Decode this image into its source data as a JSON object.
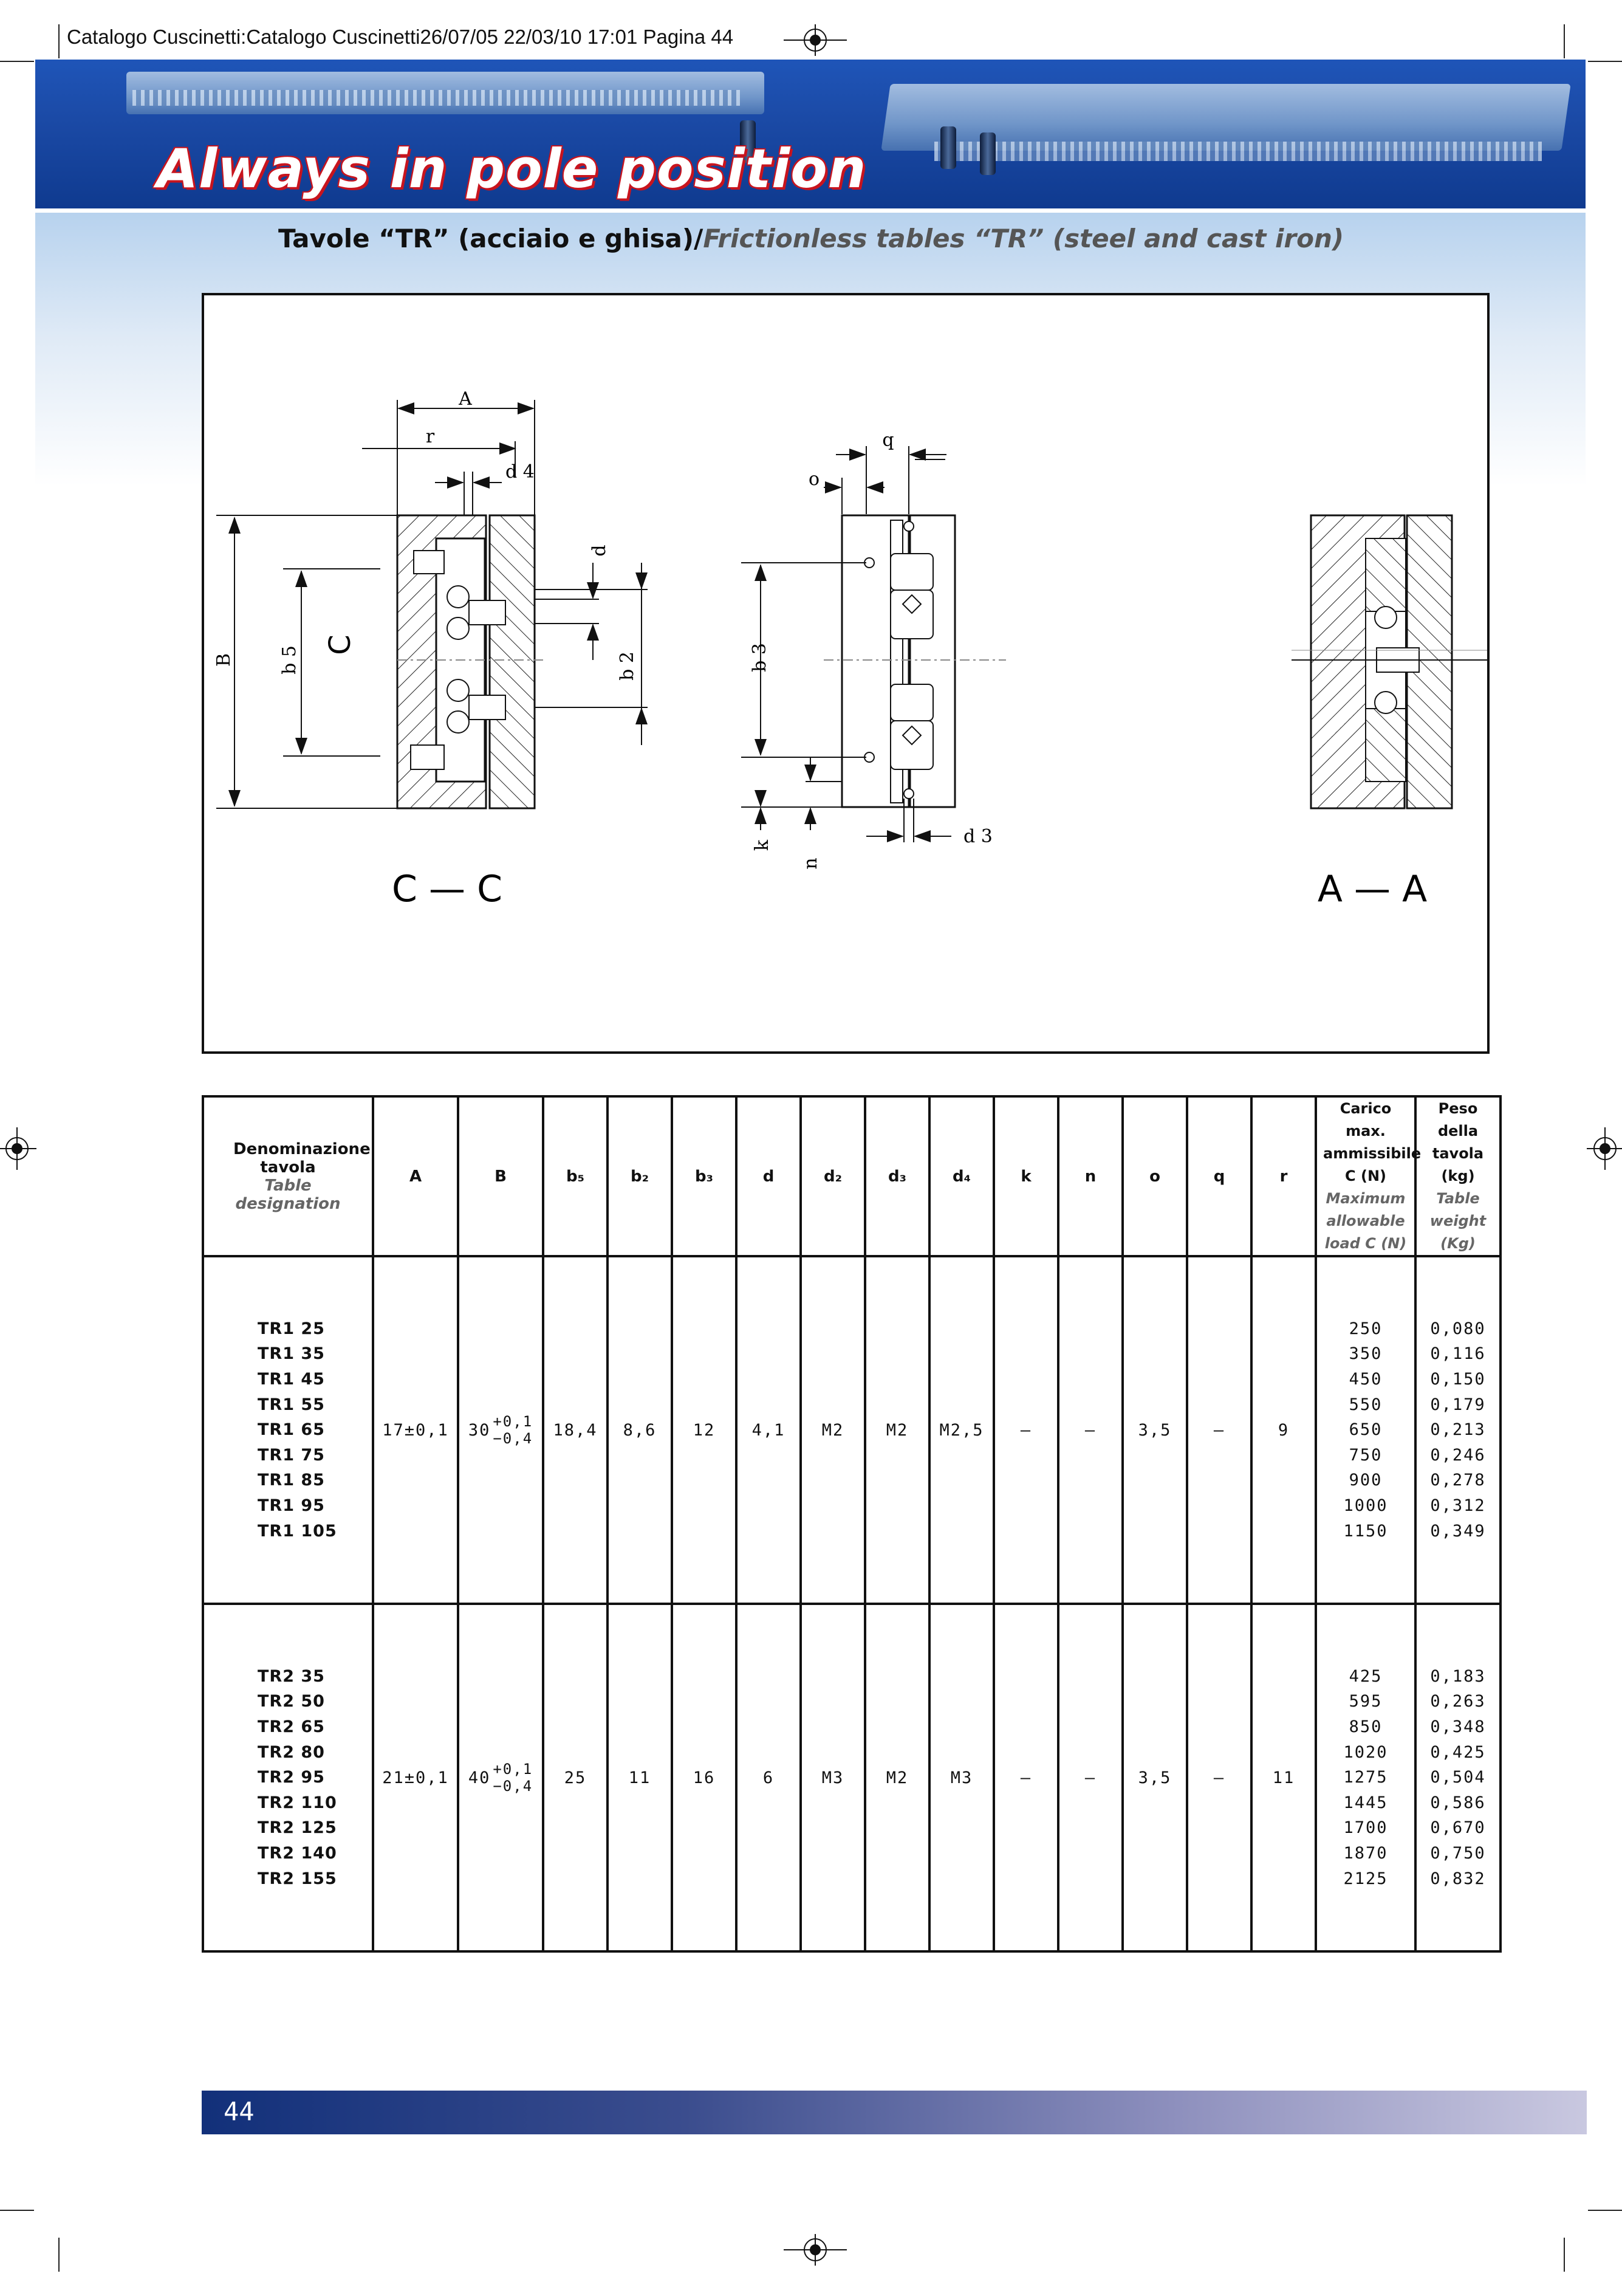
{
  "slug": "Catalogo Cuscinetti:Catalogo Cuscinetti26/07/05  22/03/10  17:01  Pagina 44",
  "banner": {
    "slogan": "Always in pole position"
  },
  "title": {
    "it": "Tavole “TR” (acciaio e ghisa)/",
    "en": "Frictionless tables “TR” (steel and cast iron)"
  },
  "drawing": {
    "labels": {
      "A": "A",
      "r": "r",
      "d4": "d 4",
      "d": "d",
      "b2": "b 2",
      "b5": "b 5",
      "B": "B",
      "C": "C",
      "q": "q",
      "o": "o",
      "b3": "b 3",
      "k": "k",
      "n": "n",
      "d3": "d 3"
    },
    "section_cc": "C — C",
    "section_aa": "A — A"
  },
  "table": {
    "header": {
      "designation_it": "Denominazione tavola",
      "designation_en": "Table designation",
      "A": "A",
      "B": "B",
      "b5": "b₅",
      "b2": "b₂",
      "b3": "b₃",
      "d": "d",
      "d2": "d₂",
      "d3": "d₃",
      "d4": "d₄",
      "k": "k",
      "n": "n",
      "o": "o",
      "q": "q",
      "r": "r",
      "load_it": "Carico max. ammissibile C (N)",
      "load_en": "Maximum allowable load C (N)",
      "weight_it": "Peso della tavola (kg)",
      "weight_en": "Table weight (Kg)"
    },
    "groups": [
      {
        "names": [
          "TR1  25",
          "TR1  35",
          "TR1  45",
          "TR1  55",
          "TR1  65",
          "TR1  75",
          "TR1  85",
          "TR1  95",
          "TR1  105"
        ],
        "A": "17±0,1",
        "B_base": "30",
        "B_plus": "+0,1",
        "B_minus": "−0,4",
        "b5": "18,4",
        "b2": "8,6",
        "b3": "12",
        "d": "4,1",
        "d2": "M2",
        "d3": "M2",
        "d4": "M2,5",
        "k": "–",
        "n": "–",
        "o": "3,5",
        "q": "–",
        "r": "9",
        "loads": [
          "250",
          "350",
          "450",
          "550",
          "650",
          "750",
          "900",
          "1000",
          "1150"
        ],
        "weights": [
          "0,080",
          "0,116",
          "0,150",
          "0,179",
          "0,213",
          "0,246",
          "0,278",
          "0,312",
          "0,349"
        ]
      },
      {
        "names": [
          "TR2  35",
          "TR2  50",
          "TR2  65",
          "TR2  80",
          "TR2  95",
          "TR2  110",
          "TR2  125",
          "TR2  140",
          "TR2  155"
        ],
        "A": "21±0,1",
        "B_base": "40",
        "B_plus": "+0,1",
        "B_minus": "−0,4",
        "b5": "25",
        "b2": "11",
        "b3": "16",
        "d": "6",
        "d2": "M3",
        "d3": "M2",
        "d4": "M3",
        "k": "–",
        "n": "–",
        "o": "3,5",
        "q": "–",
        "r": "11",
        "loads": [
          "425",
          "595",
          "850",
          "1020",
          "1275",
          "1445",
          "1700",
          "1870",
          "2125"
        ],
        "weights": [
          "0,183",
          "0,263",
          "0,348",
          "0,425",
          "0,504",
          "0,586",
          "0,670",
          "0,750",
          "0,832"
        ]
      }
    ]
  },
  "footer": {
    "page_number": "44"
  }
}
